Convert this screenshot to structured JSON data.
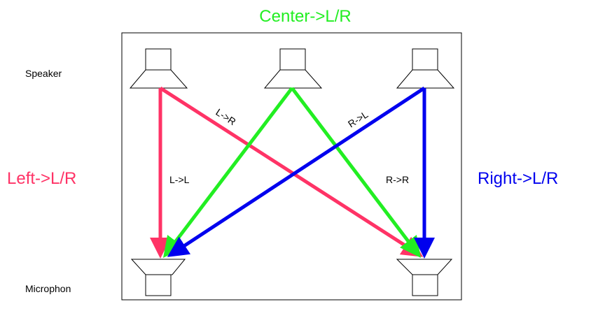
{
  "labels": {
    "center": "Center->L/R",
    "left": "Left->L/R",
    "right": "Right->L/R",
    "speaker": "Speaker",
    "microphone": "Microphon",
    "l_to_r": "L->R",
    "r_to_l": "R->L",
    "l_to_l": "L->L",
    "r_to_r": "R->R"
  },
  "colors": {
    "left": "#ff3366",
    "center": "#22ee22",
    "right": "#0000ee",
    "outline": "#000000"
  }
}
